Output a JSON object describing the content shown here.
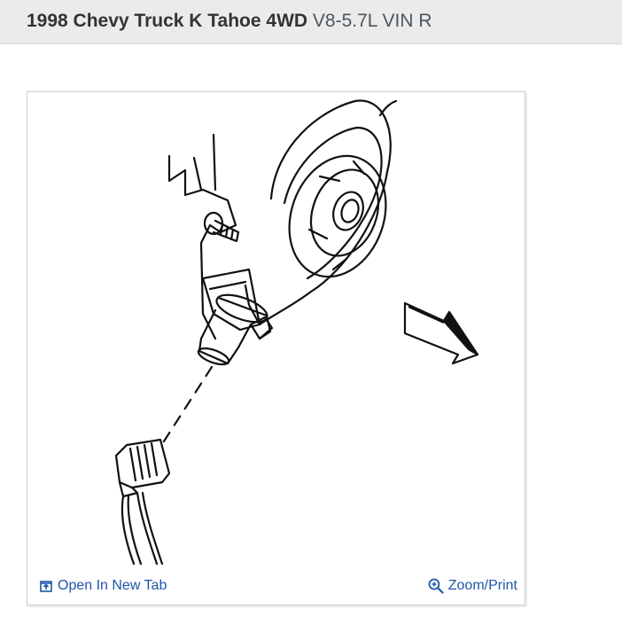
{
  "header": {
    "title_bold": "1998 Chevy Truck K Tahoe 4WD",
    "title_sub": "V8-5.7L VIN R"
  },
  "figure": {
    "open_tab_label": "Open In New Tab",
    "zoom_label": "Zoom/Print",
    "icons": {
      "open_tab": "open-in-new-tab-icon",
      "zoom": "magnifier-plus-icon"
    },
    "link_color": "#1f56a8"
  }
}
